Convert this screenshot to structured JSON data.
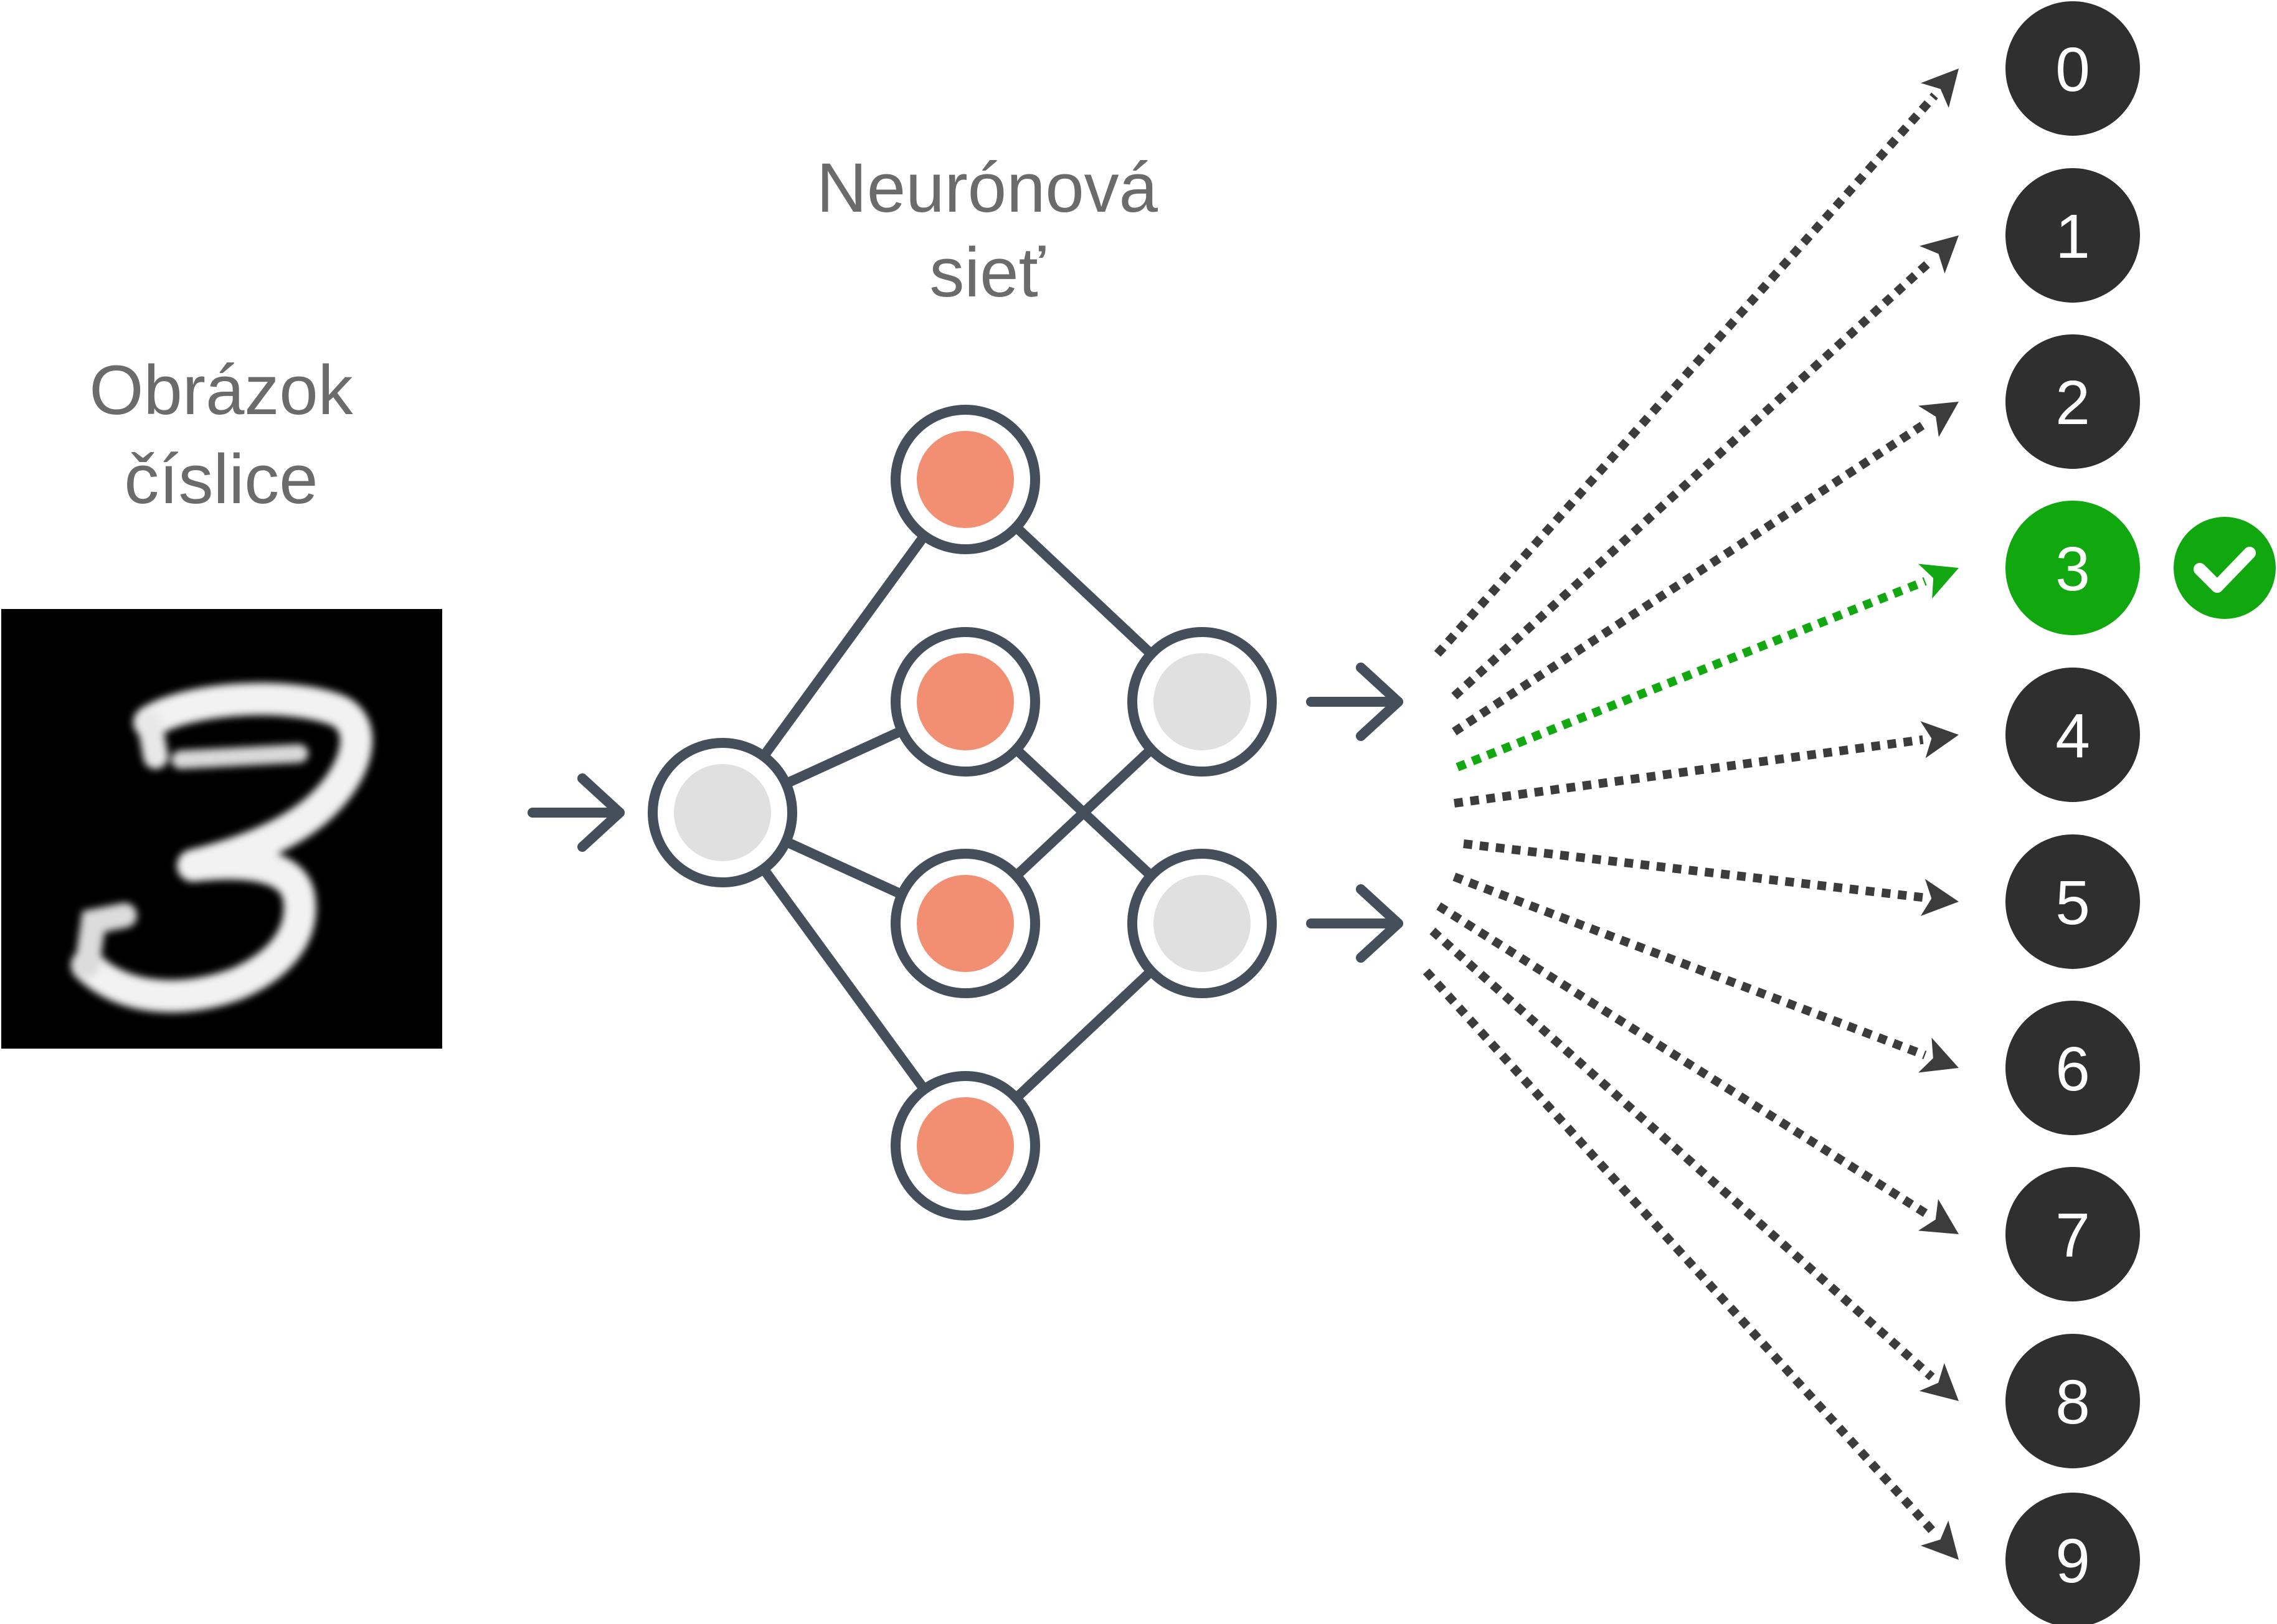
{
  "labels": {
    "input_line1": "Obrázok",
    "input_line2": "číslice",
    "network_line1": "Neurónová",
    "network_line2": "sieť"
  },
  "outputs": {
    "digits": [
      "0",
      "1",
      "2",
      "3",
      "4",
      "5",
      "6",
      "7",
      "8",
      "9"
    ],
    "predicted": "3"
  },
  "colors": {
    "line": "#454f5b",
    "hidden_node": "#f28e72",
    "outer_node": "#e0e0e0",
    "output_node": "#2f2f2f",
    "predicted_node": "#11a80f",
    "arrow_dotted": "#3c3c3c",
    "arrow_correct": "#13a812",
    "label": "#6b6b6b",
    "digit_image_bg": "#000000"
  },
  "icons": {
    "predicted_marker": "check-circle-icon",
    "input_image": "handwritten-digit-3"
  }
}
